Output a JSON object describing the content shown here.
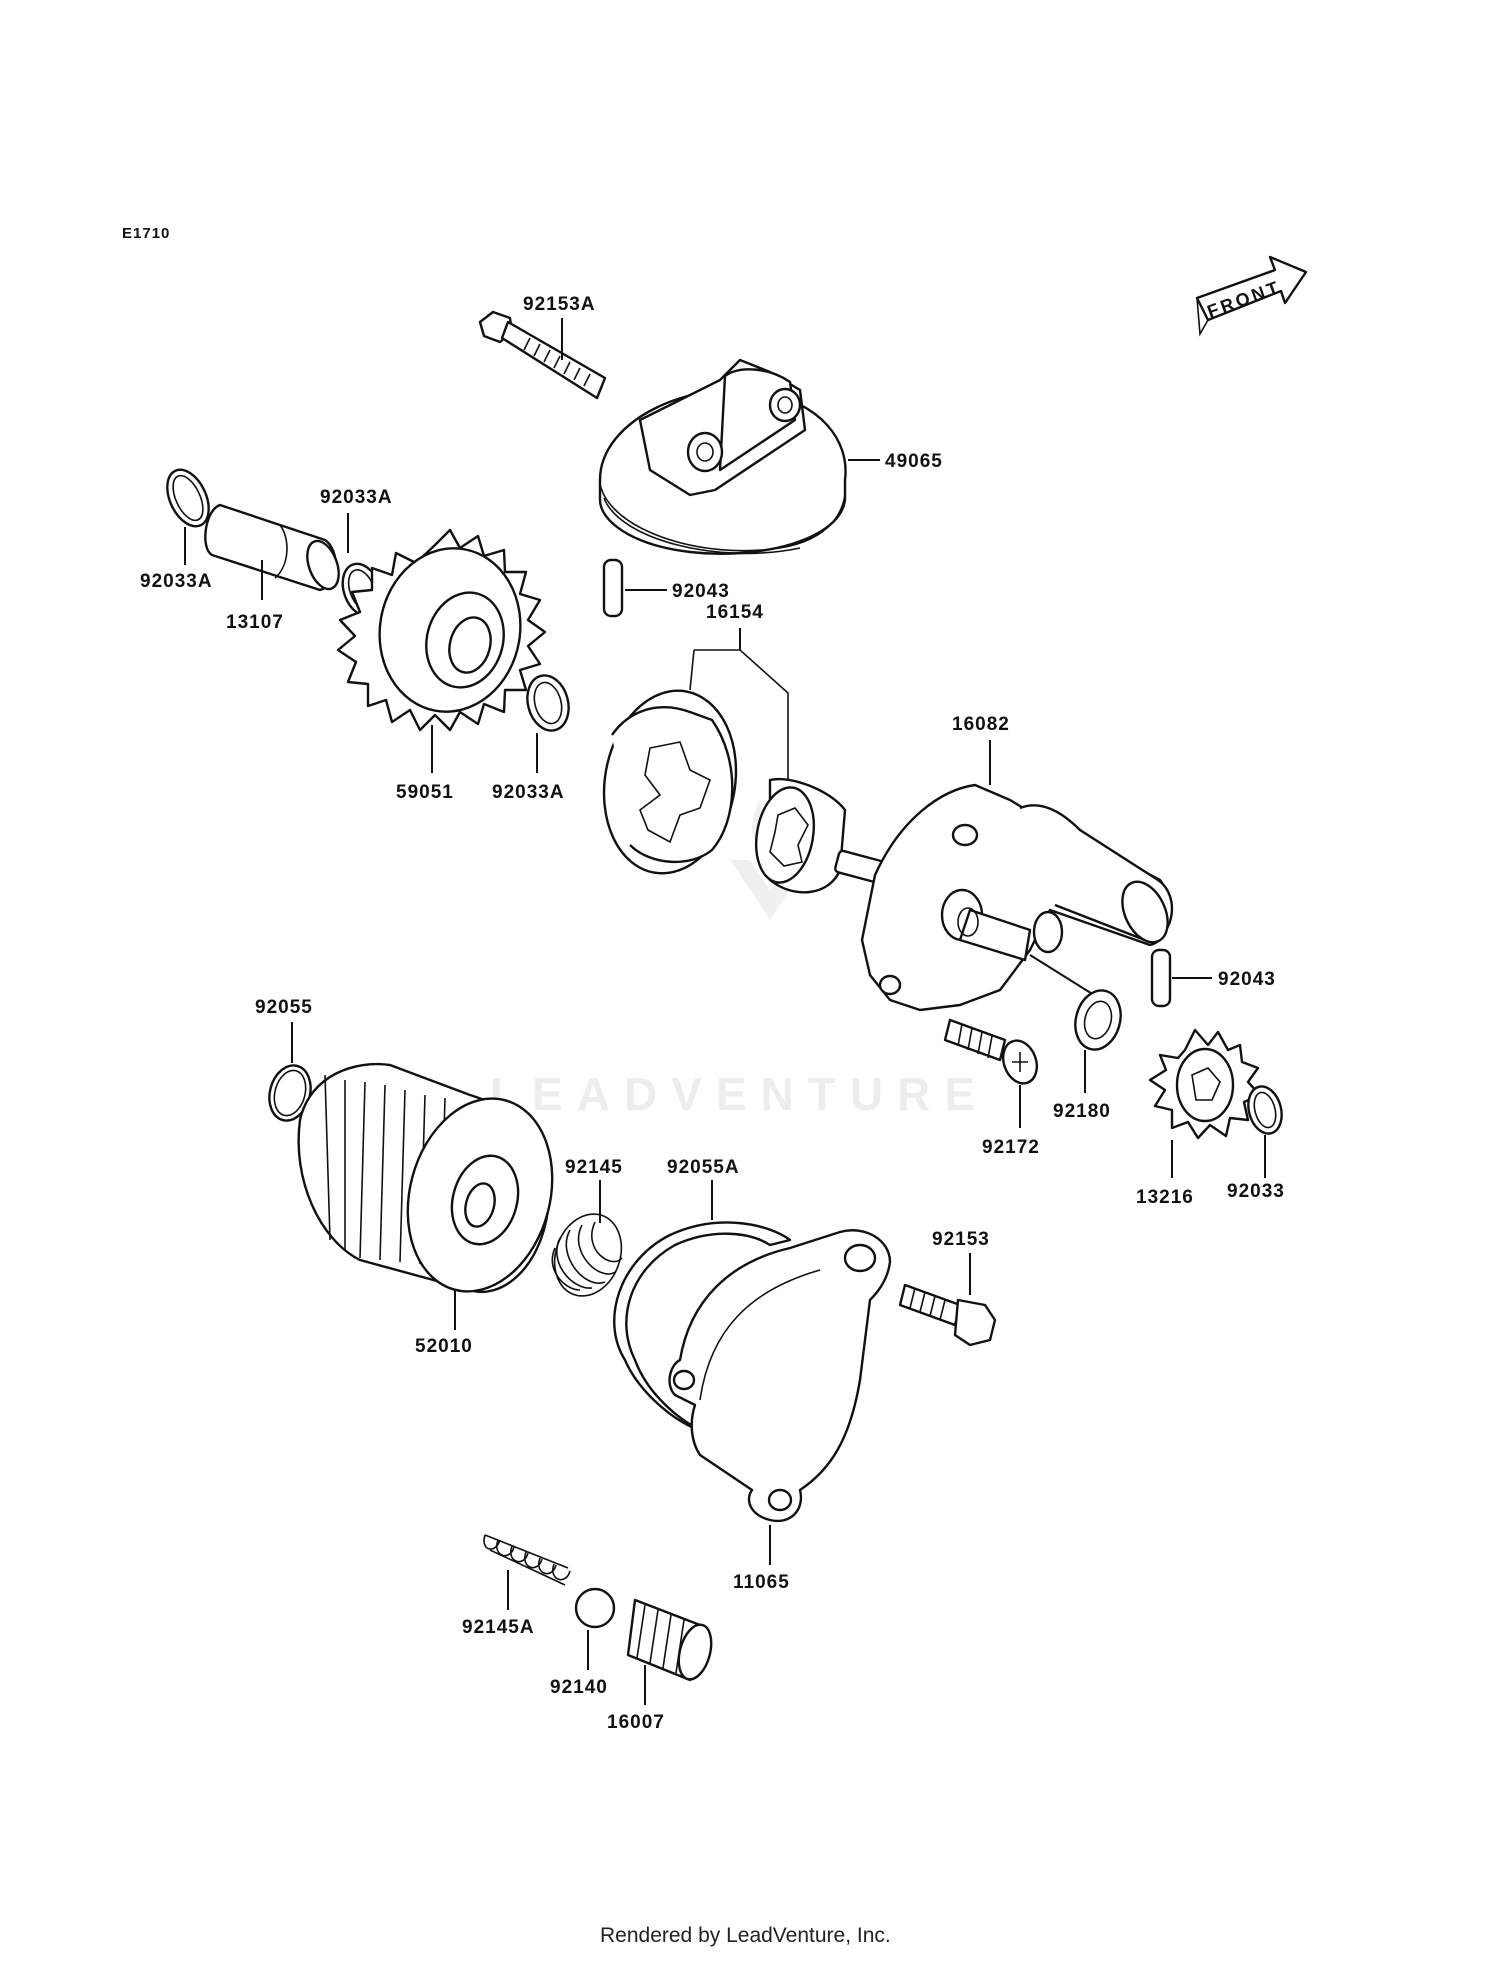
{
  "diagram_code": "E1710",
  "front_label": "FRONT",
  "watermark": "LEADVENTURE",
  "footer": "Rendered by LeadVenture, Inc.",
  "parts": [
    {
      "number": "92153A",
      "name": "bolt-top"
    },
    {
      "number": "49065",
      "name": "oil-strainer-cap"
    },
    {
      "number": "92033A",
      "name": "circlip-upper-left"
    },
    {
      "number": "92033A",
      "name": "circlip-shaft-left"
    },
    {
      "number": "13107",
      "name": "shaft"
    },
    {
      "number": "92043",
      "name": "pin-upper"
    },
    {
      "number": "16154",
      "name": "rotor-set"
    },
    {
      "number": "16082",
      "name": "pump-body"
    },
    {
      "number": "59051",
      "name": "pump-gear"
    },
    {
      "number": "92033A",
      "name": "circlip-gear"
    },
    {
      "number": "92043",
      "name": "pin-right"
    },
    {
      "number": "92055",
      "name": "o-ring"
    },
    {
      "number": "92180",
      "name": "washer"
    },
    {
      "number": "92172",
      "name": "screw"
    },
    {
      "number": "13216",
      "name": "small-gear"
    },
    {
      "number": "92033",
      "name": "circlip-right"
    },
    {
      "number": "92145",
      "name": "filter-spring"
    },
    {
      "number": "92055A",
      "name": "cover-gasket"
    },
    {
      "number": "92153",
      "name": "bolt-cover"
    },
    {
      "number": "52010",
      "name": "oil-filter"
    },
    {
      "number": "11065",
      "name": "filter-cover"
    },
    {
      "number": "92145A",
      "name": "relief-spring"
    },
    {
      "number": "92140",
      "name": "relief-ball"
    },
    {
      "number": "16007",
      "name": "relief-plug"
    }
  ]
}
